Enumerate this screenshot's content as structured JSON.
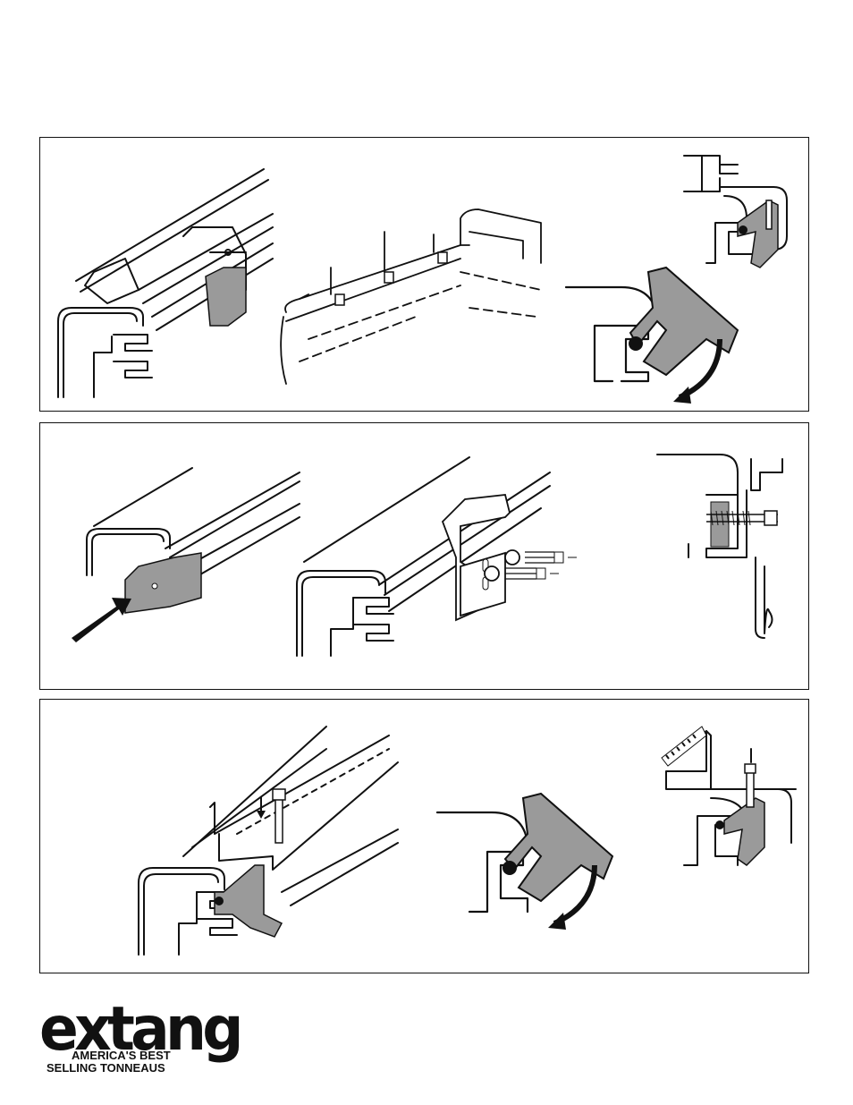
{
  "figures": [
    {
      "id": "step-1",
      "caption": ""
    },
    {
      "id": "step-2",
      "caption": ""
    },
    {
      "id": "step-3",
      "caption": ""
    }
  ],
  "brand": {
    "wordmark": "extang",
    "tagline_line1": "AMERICA'S BEST",
    "tagline_line2": "SELLING TONNEAUS"
  },
  "colors": {
    "line": "#111111",
    "part_fill": "#9a9a9a",
    "background": "#ffffff"
  },
  "icons": [
    "curved-arrow-icon",
    "push-arrow-icon",
    "down-arrow-icon",
    "bolt-icon",
    "washer-icon"
  ]
}
